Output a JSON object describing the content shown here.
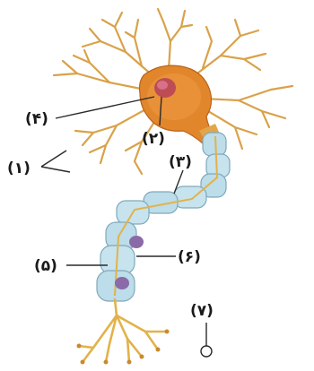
{
  "labels": {
    "dendrite": "(۱)",
    "nucleus": "(۲)",
    "myelin_sheath": "(۳)",
    "cell_body": "(۴)",
    "schwann_cell_outer": "(۵)",
    "schwann_cell_nucleus": "(۶)",
    "axon_terminal": "(۷)"
  },
  "colors": {
    "dendrite": "#d9a24a",
    "cell_body": "#e2862c",
    "nucleus": "#b5405a",
    "myelin": "#bcdde9",
    "axon": "#e2b24a",
    "leader_line": "#2a2a2a"
  }
}
